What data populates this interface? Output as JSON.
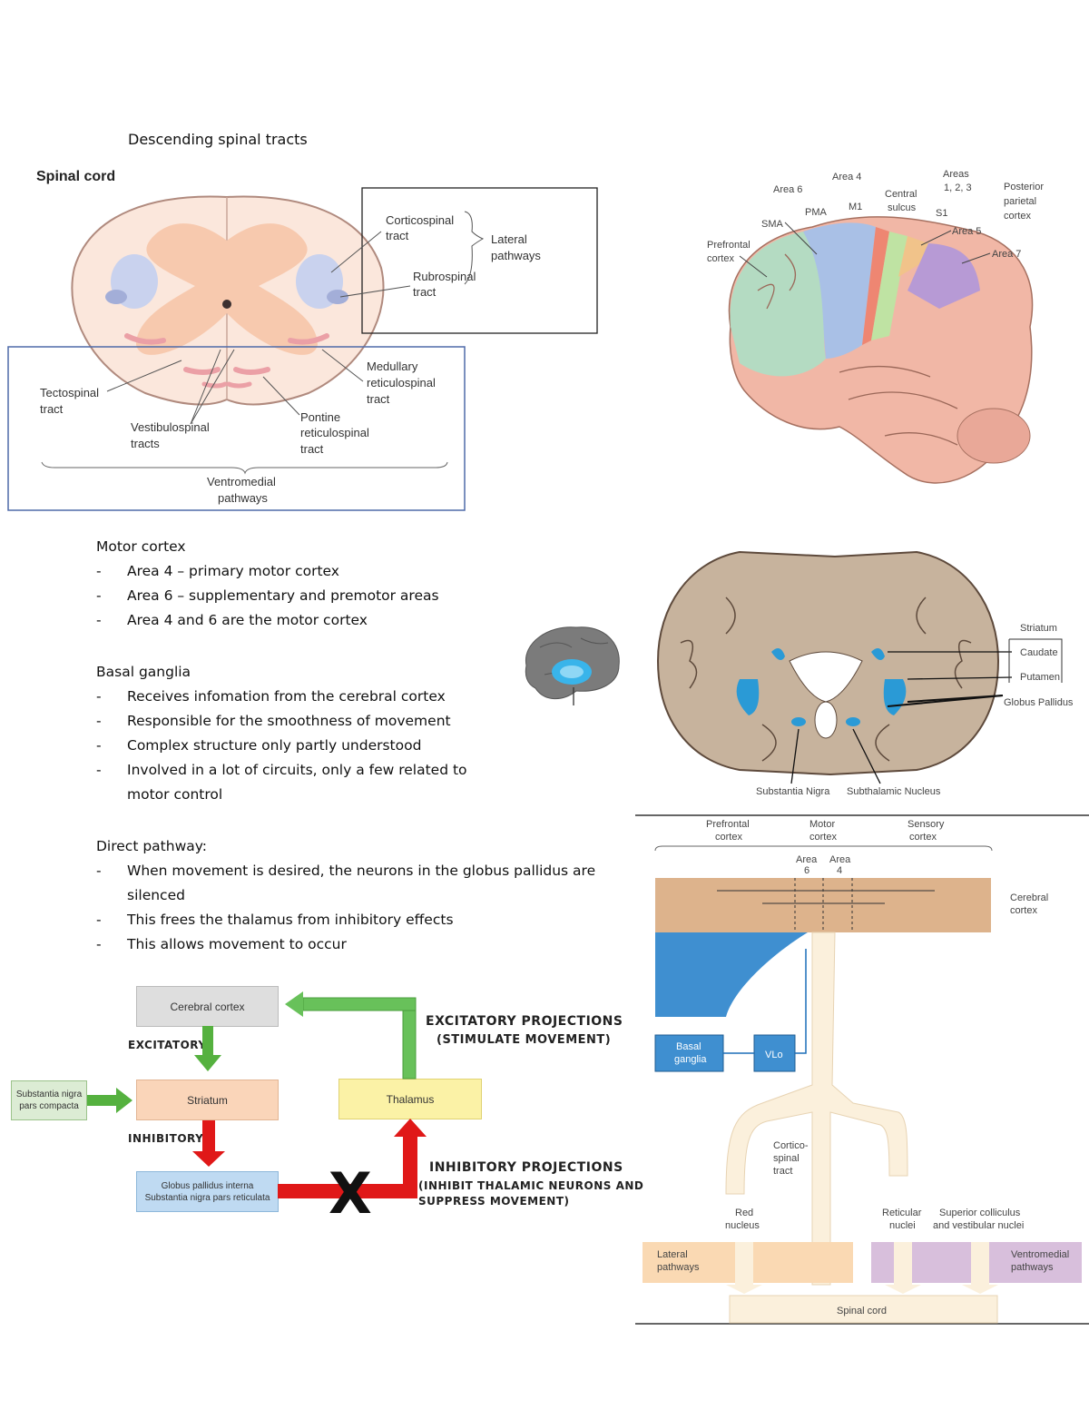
{
  "page": {
    "title": "Descending spinal tracts"
  },
  "spinal_figure": {
    "title": "Spinal cord",
    "labels": {
      "corticospinal": [
        "Corticospinal",
        "tract"
      ],
      "lateral": [
        "Lateral",
        "pathways"
      ],
      "rubrospinal": [
        "Rubrospinal",
        "tract"
      ],
      "medullary": [
        "Medullary",
        "reticulospinal",
        "tract"
      ],
      "tectospinal": [
        "Tectospinal",
        "tract"
      ],
      "vestibulospinal": [
        "Vestibulospinal",
        "tracts"
      ],
      "pontine": [
        "Pontine",
        "reticulospinal",
        "tract"
      ],
      "ventromedial": [
        "Ventromedial",
        "pathways"
      ]
    }
  },
  "brain_figure": {
    "labels": {
      "area4": "Area 4",
      "areas": [
        "Areas",
        "1, 2, 3"
      ],
      "area6": "Area 6",
      "central_sulcus": [
        "Central",
        "sulcus"
      ],
      "posterior_parietal": [
        "Posterior",
        "parietal",
        "cortex"
      ],
      "m1": "M1",
      "pma": "PMA",
      "s1": "S1",
      "sma": "SMA",
      "area5": "Area 5",
      "prefrontal": [
        "Prefrontal",
        "cortex"
      ],
      "area7": "Area 7"
    }
  },
  "motor_cortex": {
    "heading": "Motor cortex",
    "items": [
      "Area 4 – primary motor cortex",
      "Area 6 – supplementary and premotor areas",
      "Area 4 and 6 are the motor cortex"
    ]
  },
  "basal_ganglia": {
    "heading": "Basal ganglia",
    "items": [
      "Receives infomation from the cerebral cortex",
      "Responsible for the smoothness of movement",
      "Complex structure only partly understood",
      "Involved in a lot of circuits, only a few related to motor control"
    ]
  },
  "direct_pathway": {
    "heading": "Direct pathway:",
    "items": [
      "When movement is desired, the neurons in the globus pallidus are silenced",
      "This frees the thalamus from inhibitory effects",
      "This allows movement to occur"
    ]
  },
  "coronal_figure": {
    "labels": {
      "striatum": "Striatum",
      "caudate": "Caudate",
      "putamen": "Putamen",
      "globus_pallidus": "Globus Pallidus",
      "substantia_nigra": "Substantia Nigra",
      "subthalamic": "Subthalamic Nucleus"
    }
  },
  "flow_diagram": {
    "cerebral_cortex": "Cerebral cortex",
    "excitatory": "EXCITATORY",
    "striatum": "Striatum",
    "substantia_nigra": [
      "Substantia nigra",
      "pars compacta"
    ],
    "thalamus": "Thalamus",
    "inhibitory": "INHIBITORY",
    "globus": [
      "Globus pallidus interna",
      "Substantia nigra pars reticulata"
    ],
    "excit_proj": [
      "EXCITATORY PROJECTIONS",
      "(STIMULATE MOVEMENT)"
    ],
    "inhib_proj": [
      "INHIBITORY PROJECTIONS",
      "(INHIBIT THALAMIC NEURONS AND",
      "SUPPRESS MOVEMENT)"
    ],
    "x_mark": "X",
    "colors": {
      "excitatory": "#4faa3a",
      "inhibitory": "#e01818"
    }
  },
  "motor_flow": {
    "prefrontal": [
      "Prefrontal",
      "cortex"
    ],
    "motor": [
      "Motor",
      "cortex"
    ],
    "sensory": [
      "Sensory",
      "cortex"
    ],
    "area6": [
      "Area",
      "6"
    ],
    "area4": [
      "Area",
      "4"
    ],
    "cerebral": [
      "Cerebral",
      "cortex"
    ],
    "basal": [
      "Basal",
      "ganglia"
    ],
    "vlo": "VLo",
    "corticospinal": [
      "Cortico-",
      "spinal",
      "tract"
    ],
    "red": [
      "Red",
      "nucleus"
    ],
    "reticular": [
      "Reticular",
      "nuclei"
    ],
    "superior": [
      "Superior colliculus",
      "and vestibular nuclei"
    ],
    "lateral": [
      "Lateral",
      "pathways"
    ],
    "ventromedial": [
      "Ventromedial",
      "pathways"
    ],
    "spinal": "Spinal cord"
  }
}
